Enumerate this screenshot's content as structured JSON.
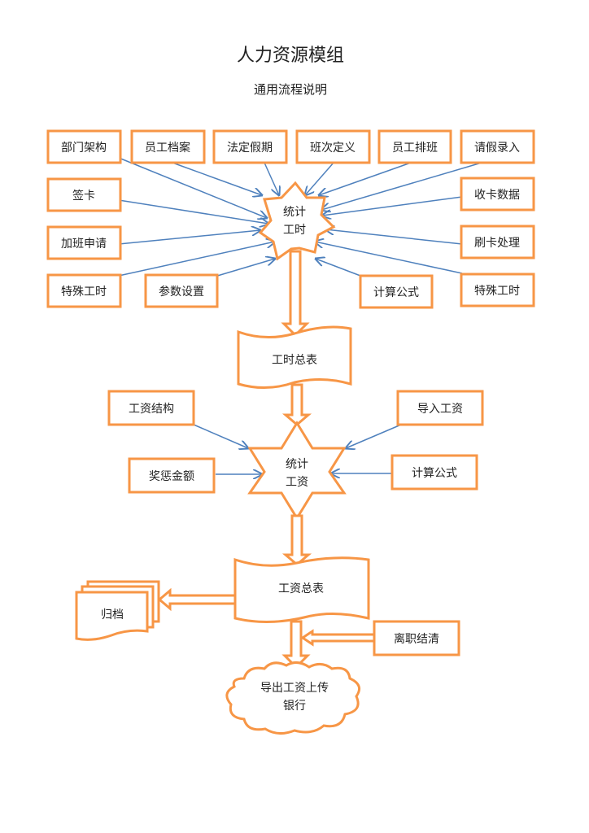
{
  "title": "人力资源模组",
  "subtitle": "通用流程说明",
  "colors": {
    "shape_stroke": "#F79646",
    "connector": "#4F81BD",
    "text": "#222222"
  },
  "hours_inputs": {
    "top_row": [
      "部门架构",
      "员工档案",
      "法定假期",
      "班次定义",
      "员工排班",
      "请假录入"
    ],
    "left_column": [
      "签卡",
      "加班申请",
      "特殊工时"
    ],
    "right_column": [
      "收卡数据",
      "刷卡处理",
      "特殊工时"
    ],
    "bottom_row": [
      "参数设置",
      "计算公式"
    ]
  },
  "hours_process": {
    "line1": "统计",
    "line2": "工时"
  },
  "hours_summary": "工时总表",
  "salary_inputs": {
    "left": [
      "工资结构",
      "奖惩金额"
    ],
    "right": [
      "导入工资",
      "计算公式"
    ]
  },
  "salary_process": {
    "line1": "统计",
    "line2": "工资"
  },
  "salary_summary": "工资总表",
  "archive": "归档",
  "resignation": "离职结清",
  "export": {
    "line1": "导出工资上传",
    "line2": "银行"
  }
}
